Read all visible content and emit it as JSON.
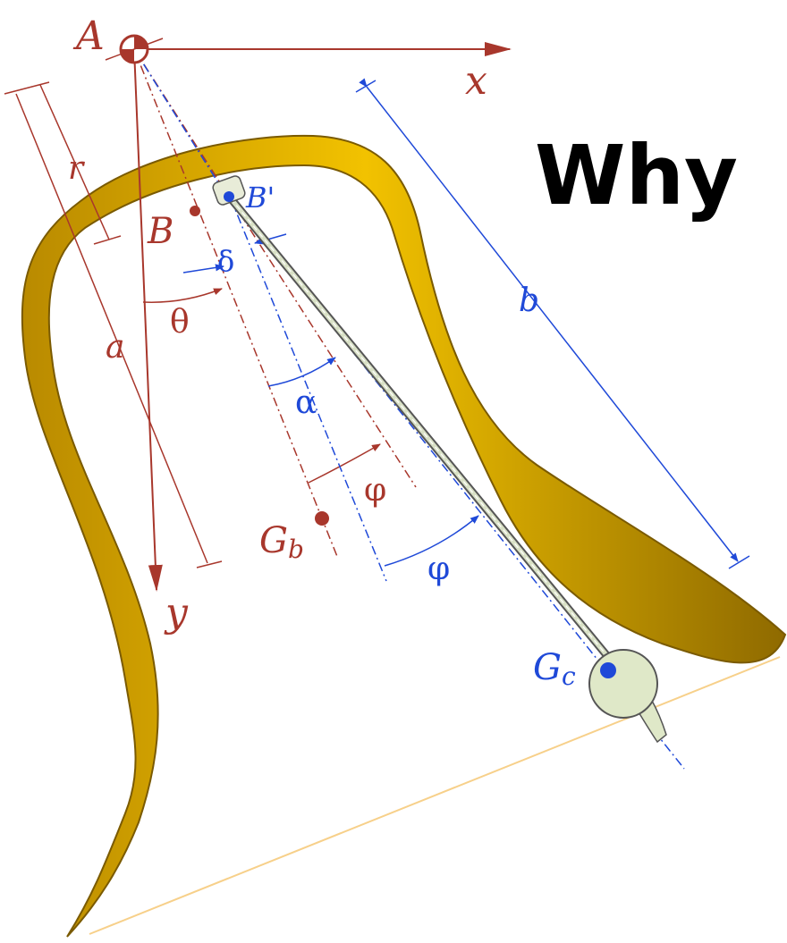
{
  "caption": "Why",
  "colors": {
    "bell_fill": "#e8b500",
    "bell_edge": "#7a5a00",
    "red_construction": "#a8372c",
    "blue_construction": "#1f49d8",
    "clapper_ball": "#dfe8c8",
    "rim_line": "#f7d08a"
  },
  "labels": {
    "A": "A",
    "x_axis": "x",
    "y_axis": "y",
    "r": "r",
    "B": "B",
    "B_prime": "B'",
    "delta": "δ",
    "theta": "θ",
    "a": "a",
    "alpha": "α",
    "phi_red": "φ",
    "phi_blue": "φ",
    "b": "b",
    "Gb_main": "G",
    "Gb_sub": "b",
    "Gc_main": "G",
    "Gc_sub": "c"
  }
}
